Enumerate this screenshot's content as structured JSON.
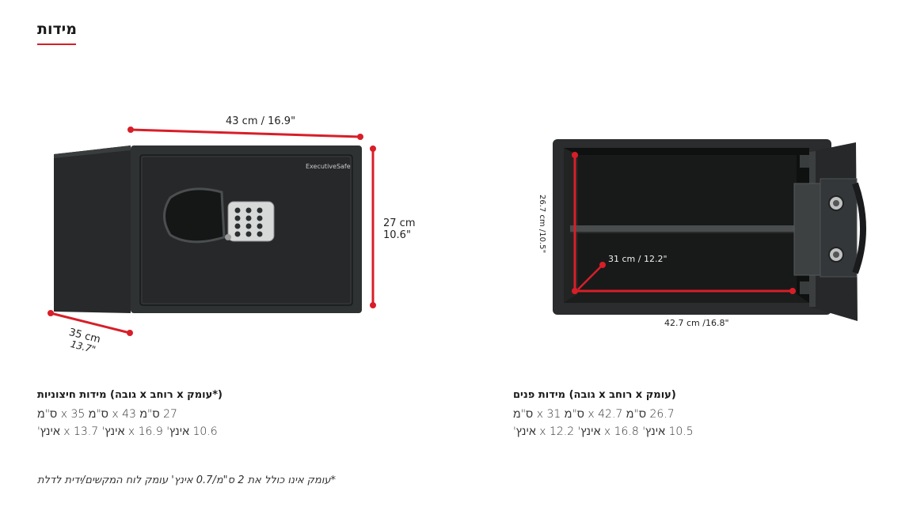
{
  "page": {
    "title": "מידות"
  },
  "exterior": {
    "width_label": "43 cm / 16.9\"",
    "height_label_cm": "27 cm",
    "height_label_in": "10.6\"",
    "depth_label_cm": "35 cm",
    "depth_label_in": "13.7\"",
    "brand": "ExecutiveSafe",
    "heading": "(*עומק x רוחב x גובה) מידות חיצוניות",
    "line_cm": "27 ס\"מ x 43 ס\"מ x 35 ס\"מ",
    "line_in": "10.6 אינץ' x 16.9 אינץ' x 13.7 אינץ'"
  },
  "interior": {
    "height_label": "26.7 cm /10.5\"",
    "depth_label": "31 cm / 12.2\"",
    "width_label": "42.7 cm  /16.8\"",
    "heading": "(עומק x רוחב x גובה) מידות פנים",
    "line_cm": "26.7 ס\"מ x 42.7 ס\"מ x 31 ס\"מ",
    "line_in": "10.5 אינץ' x 16.8 אינץ' x 12.2 אינץ'"
  },
  "footnote": "*עומק אינו כולל את 2 ס\"מ/0.7 אינץ' עומק לוח המקשים/ידית לדלת",
  "colors": {
    "accent": "#d81e28",
    "safe_body": "#2b2e2f",
    "safe_door": "#1f2223"
  }
}
